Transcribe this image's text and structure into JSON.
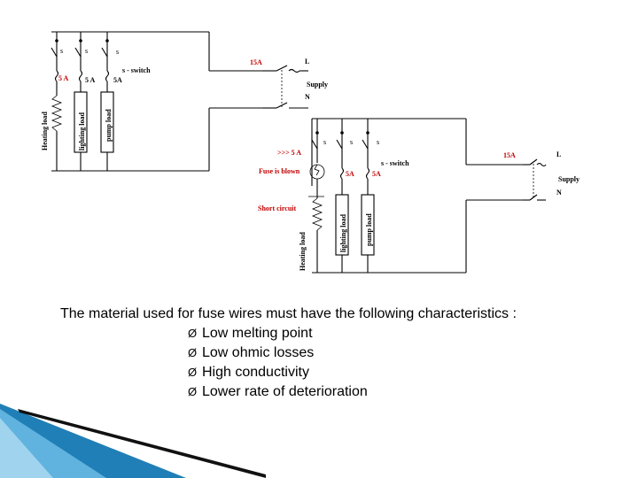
{
  "diagram": {
    "circuit_1": {
      "switch_labels": [
        "s",
        "s",
        "s"
      ],
      "switch_legend": "s - switch",
      "fuse_labels": [
        "5 A",
        "5 A",
        "5A"
      ],
      "main_fuse": "15A",
      "line_label": "L",
      "neutral_label": "N",
      "supply_label": "Supply",
      "loads": [
        "Heating load",
        "lighting  load",
        "pump load"
      ]
    },
    "circuit_2": {
      "switch_labels": [
        "s",
        "s",
        "s"
      ],
      "switch_legend": "s - switch",
      "fault_fuse_label": ">>> 5 A",
      "fuse_blown_label": "Fuse is blown",
      "short_circuit_label": "Short  circuit",
      "fuse_labels": [
        "5A",
        "5A"
      ],
      "main_fuse": "15A",
      "line_label": "L",
      "neutral_label": "N",
      "supply_label": "Supply",
      "loads": [
        "Heating load",
        "lighting  load",
        "pump load"
      ]
    },
    "colors": {
      "wire": "#000000",
      "fault_text": "#c00000",
      "accent": "#1f7fb6"
    }
  },
  "text": {
    "intro": "The material used for fuse wires must have the following characteristics :",
    "bullet_symbol": "Ø",
    "bullets": [
      "Low melting point",
      "Low ohmic losses",
      "High conductivity",
      "Lower rate of deterioration"
    ]
  }
}
